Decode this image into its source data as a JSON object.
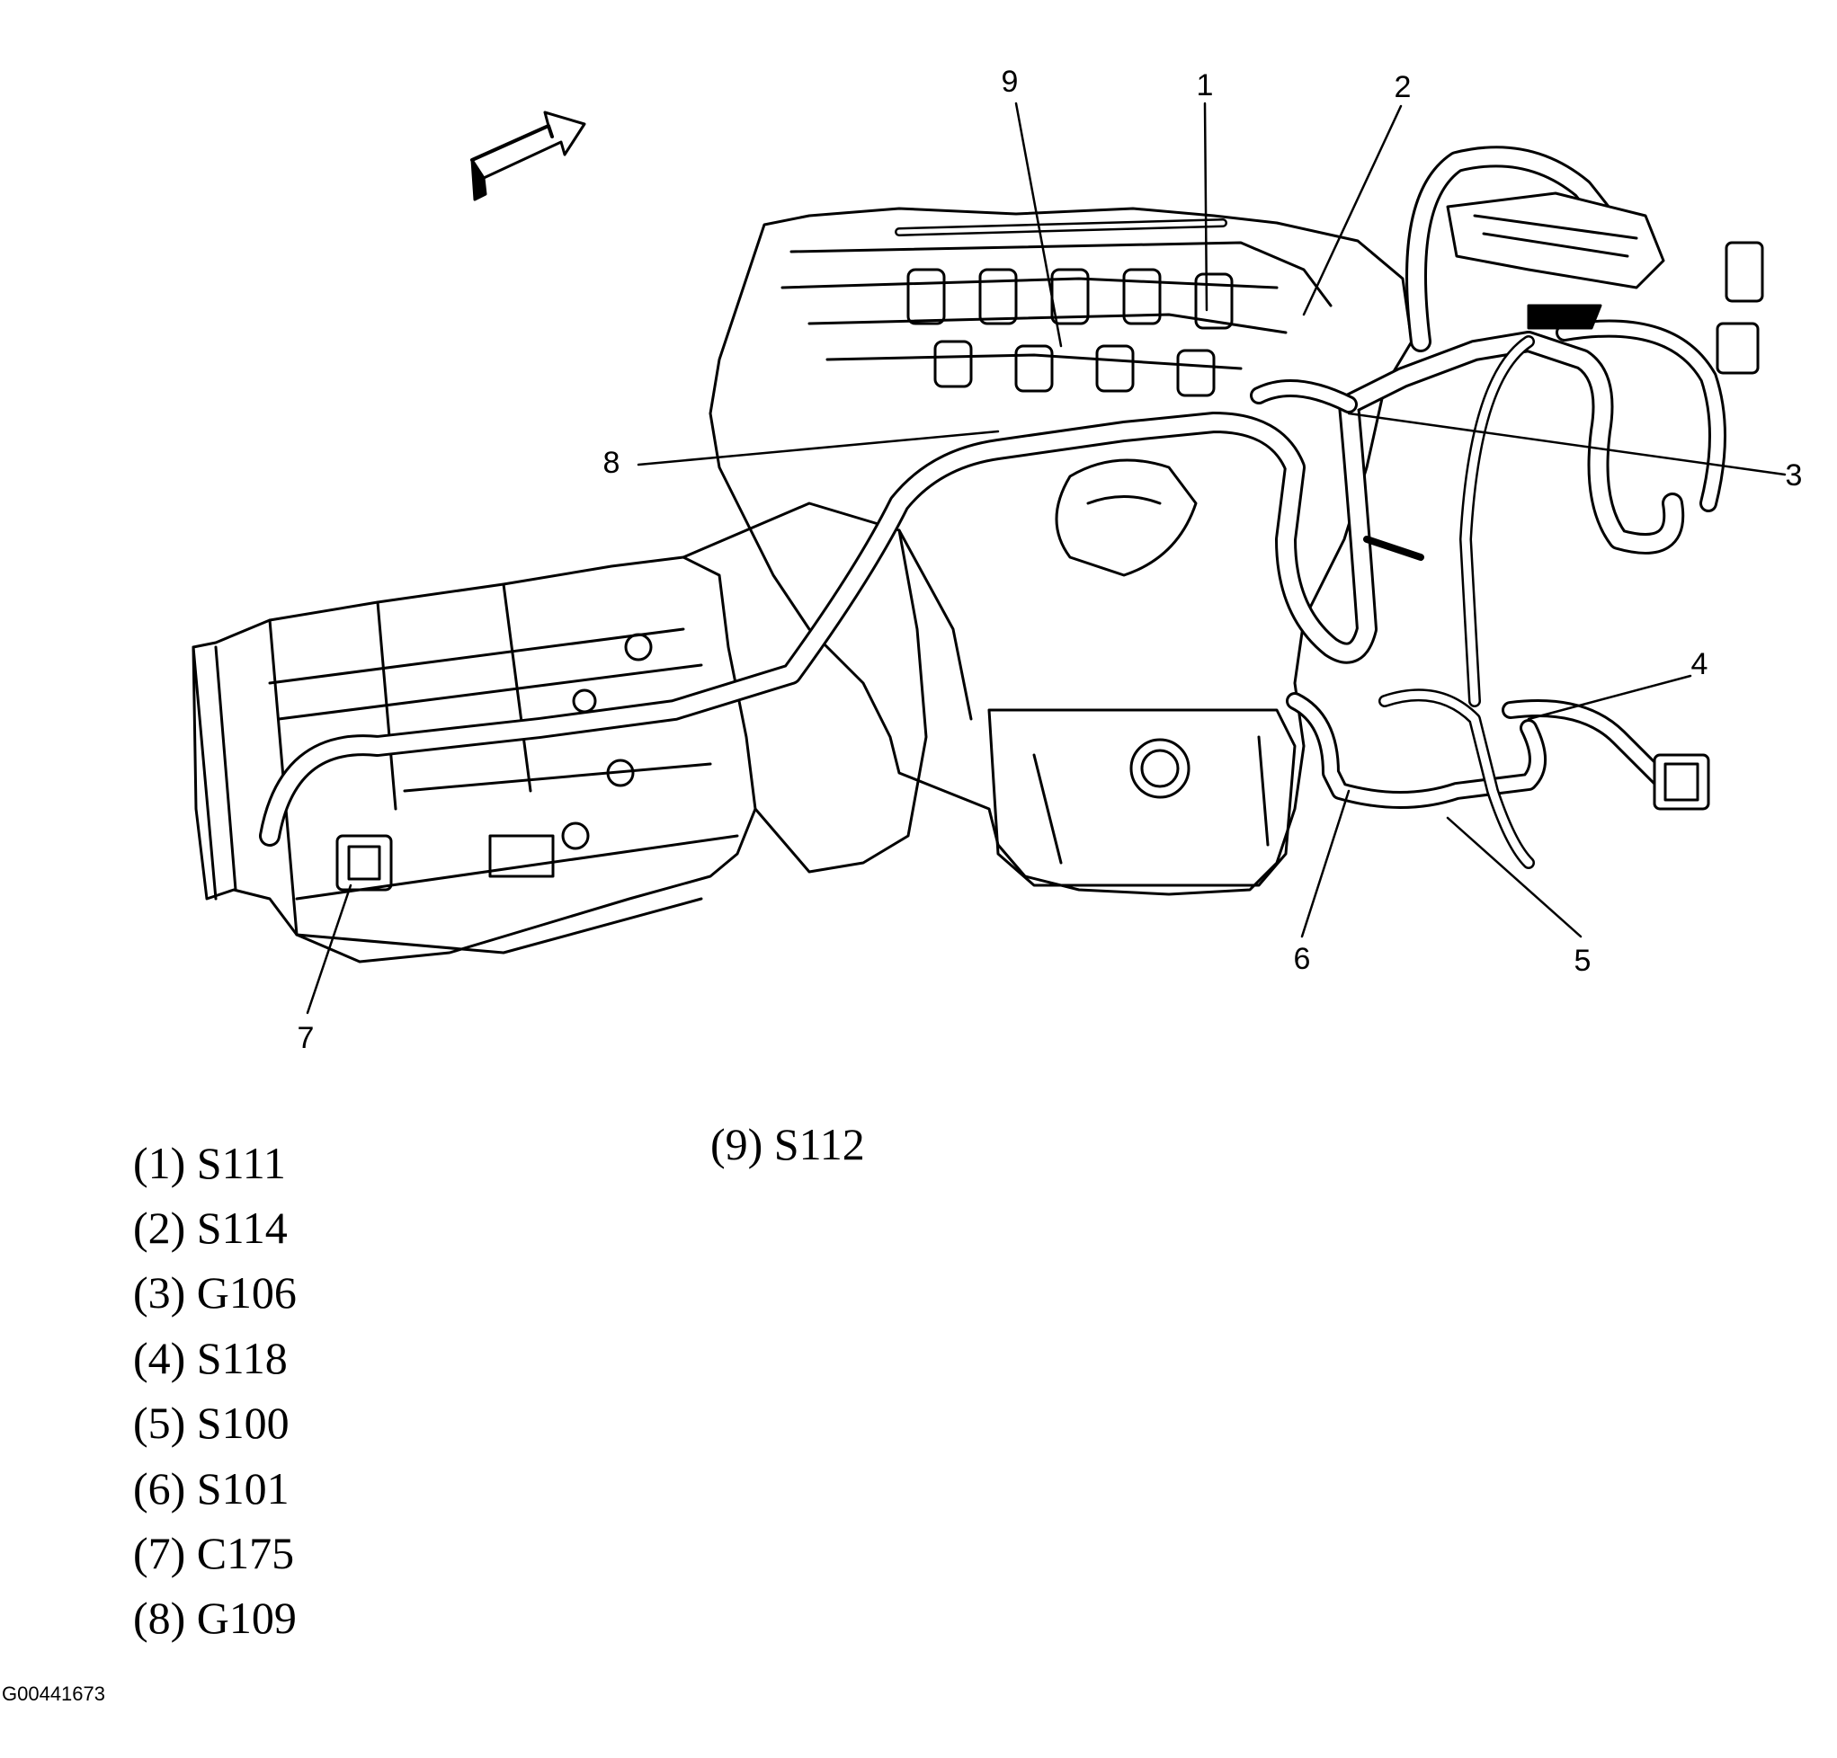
{
  "callouts": {
    "c1": "1",
    "c2": "2",
    "c3": "3",
    "c4": "4",
    "c5": "5",
    "c6": "6",
    "c7": "7",
    "c8": "8",
    "c9": "9"
  },
  "legend": {
    "items": [
      "(1) S111",
      "(2) S114",
      "(3) G106",
      "(4) S118",
      "(5) S100",
      "(6) S101",
      "(7) C175",
      "(8) G109",
      "(9) S112"
    ]
  },
  "figure_id": "G00441673",
  "icons": {
    "direction_arrow": "arrow-icon",
    "engine_illustration": "engine-transmission-wiring-harness"
  }
}
